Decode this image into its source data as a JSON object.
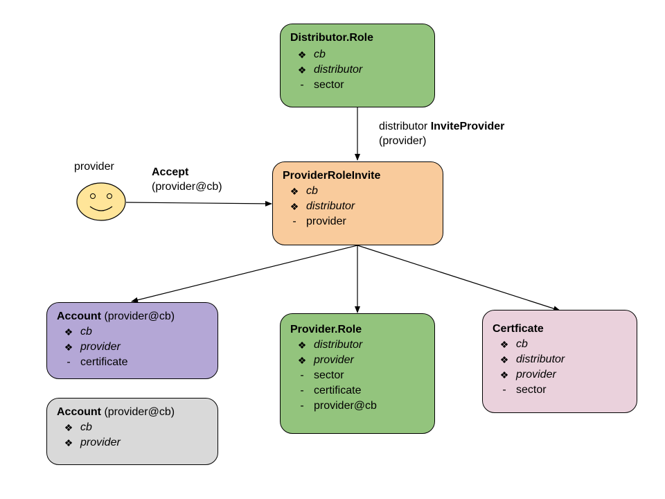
{
  "nodes": {
    "distributor_role": {
      "title": "Distributor.Role",
      "attrs": [
        {
          "marker": "❖",
          "text": "cb"
        },
        {
          "marker": "❖",
          "text": "distributor"
        },
        {
          "marker": "-",
          "text": "sector"
        }
      ],
      "fill": "#93c47d"
    },
    "provider_role_invite": {
      "title": "ProviderRoleInvite",
      "attrs": [
        {
          "marker": "❖",
          "text": "cb"
        },
        {
          "marker": "❖",
          "text": "distributor"
        },
        {
          "marker": "-",
          "text": "provider"
        }
      ],
      "fill": "#f9cb9c"
    },
    "account_active": {
      "title": "Account",
      "title_suffix": " (provider@cb)",
      "attrs": [
        {
          "marker": "❖",
          "text": "cb"
        },
        {
          "marker": "❖",
          "text": "provider"
        },
        {
          "marker": "-",
          "text": "certificate"
        }
      ],
      "fill": "#b4a7d6",
      "icon": "sparkle-star-icon"
    },
    "account_removed": {
      "title": "Account",
      "title_suffix": " (provider@cb)",
      "attrs": [
        {
          "marker": "❖",
          "text": "cb"
        },
        {
          "marker": "❖",
          "text": "provider"
        }
      ],
      "fill": "#d9d9d9",
      "icon": "red-x-icon"
    },
    "provider_role": {
      "title": "Provider.Role",
      "attrs": [
        {
          "marker": "❖",
          "text": "distributor"
        },
        {
          "marker": "❖",
          "text": "provider"
        },
        {
          "marker": "-",
          "text": "sector"
        },
        {
          "marker": "-",
          "text": "certificate"
        },
        {
          "marker": "-",
          "text": "provider@cb"
        }
      ],
      "fill": "#93c47d"
    },
    "certificate": {
      "title": "Certficate",
      "attrs": [
        {
          "marker": "❖",
          "text": "cb"
        },
        {
          "marker": "❖",
          "text": "distributor"
        },
        {
          "marker": "❖",
          "text": "provider"
        },
        {
          "marker": "-",
          "text": "sector"
        }
      ],
      "fill": "#ead1dc"
    }
  },
  "actor": {
    "label": "provider",
    "icon": "smiley-face-icon",
    "fill": "#ffe599"
  },
  "edges": {
    "invite": {
      "prefix": "distributor ",
      "action": "InviteProvider",
      "args": "(provider)"
    },
    "accept": {
      "action": "Accept",
      "args": "(provider@cb)"
    }
  }
}
